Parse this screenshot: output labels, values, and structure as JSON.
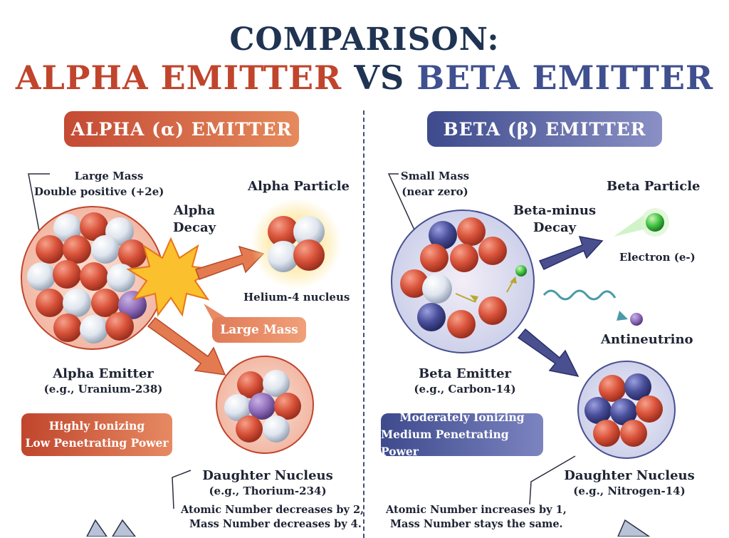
{
  "title": {
    "line1": "COMPARISON:",
    "alpha_part": "ALPHA EMITTER",
    "vs_part": " VS ",
    "beta_part": "BETA EMITTER"
  },
  "alpha": {
    "banner": "ALPHA (α) EMITTER",
    "mass_note_line1": "Large Mass",
    "mass_note_line2": "Double positive (+2e)",
    "decay_line1": "Alpha",
    "decay_line2": "Decay",
    "particle_title": "Alpha Particle",
    "particle_subtitle": "Helium-4 nucleus",
    "particle_tag": "Large Mass",
    "emitter_title": "Alpha Emitter",
    "emitter_example": "(e.g., Uranium-238)",
    "property_line1": "Highly Ionizing",
    "property_line2": "Low Penetrating Power",
    "daughter_title": "Daughter Nucleus",
    "daughter_example": "(e.g., Thorium-234)",
    "change_line1": "Atomic Number decreases by 2,",
    "change_line2": "Mass Number decreases by 4."
  },
  "beta": {
    "banner": "BETA (β) EMITTER",
    "mass_note_line1": "Small Mass",
    "mass_note_line2": "(near zero)",
    "decay_line1": "Beta-minus",
    "decay_line2": "Decay",
    "particle_title": "Beta Particle",
    "particle_subtitle": "Electron (e-)",
    "antineutrino": "Antineutrino",
    "emitter_title": "Beta Emitter",
    "emitter_example": "(e.g., Carbon-14)",
    "property_line1": "Moderately Ionizing",
    "property_line2": "Medium Penetrating Power",
    "daughter_title": "Daughter Nucleus",
    "daughter_example": "(e.g., Nitrogen-14)",
    "change_line1": "Atomic Number increases by 1,",
    "change_line2": "Mass Number stays the same."
  },
  "colors": {
    "proton": "#d9533a",
    "neutron": "#dfe5ee",
    "beta_neutron": "#4a4f9a",
    "alpha_accent": "#c0452c",
    "beta_accent": "#3f4f8f",
    "electron": "#3fbf3f"
  }
}
